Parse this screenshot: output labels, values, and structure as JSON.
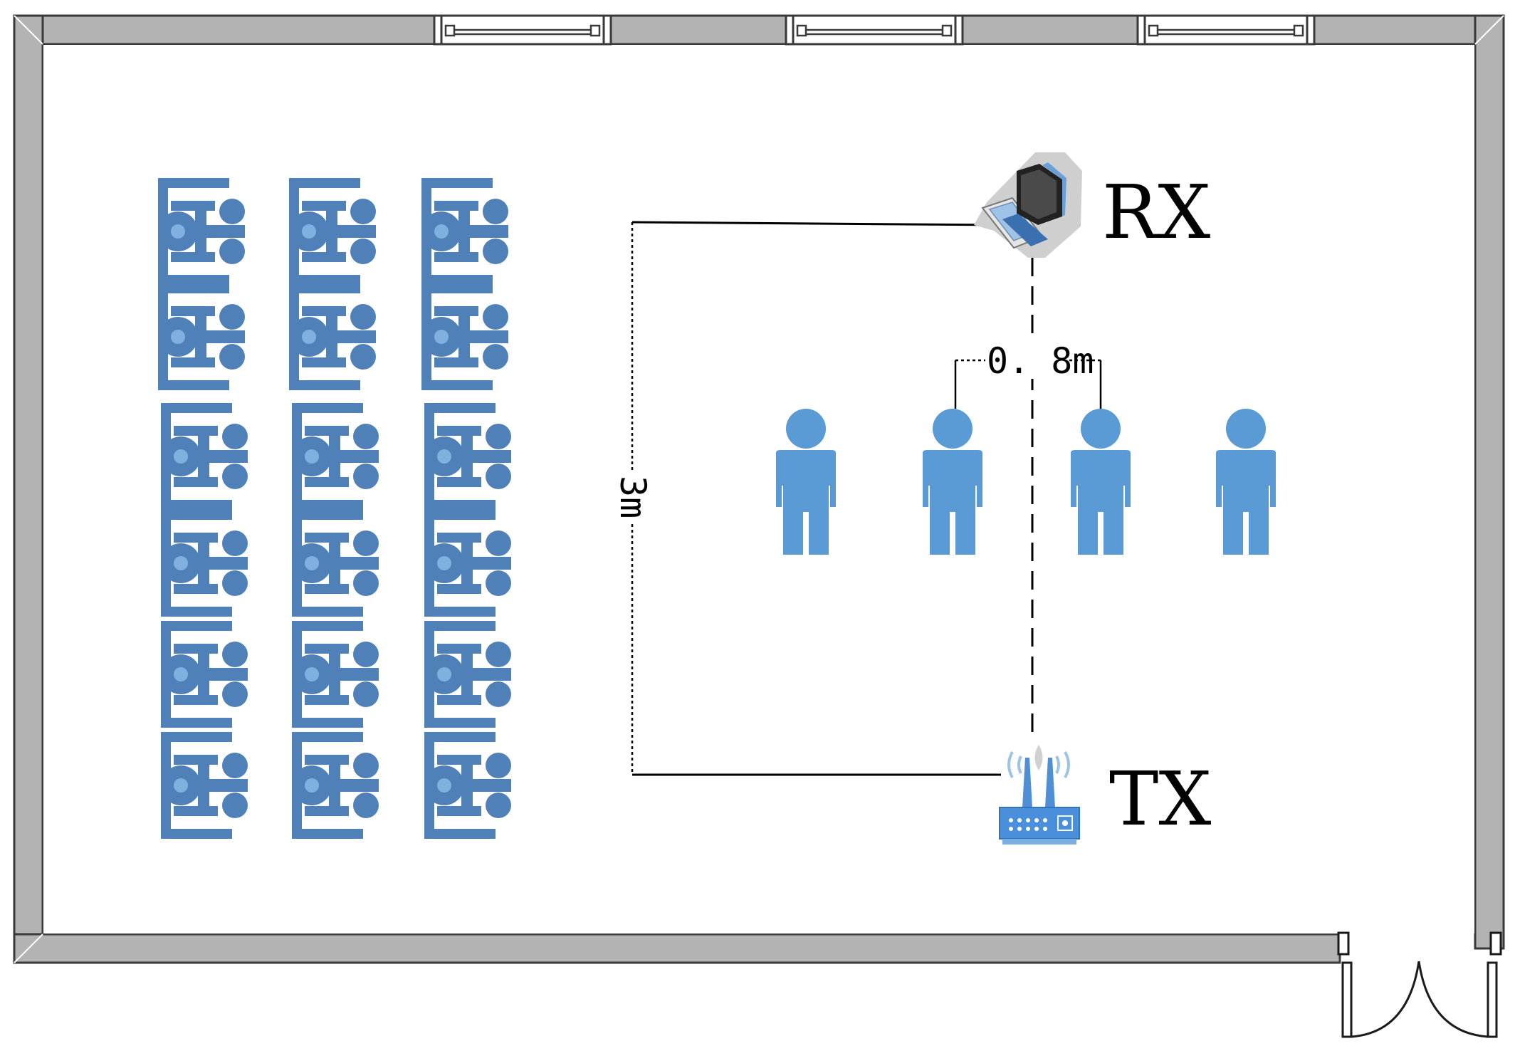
{
  "labels": {
    "receiver": "RX",
    "transmitter": "TX",
    "distance_tx_rx": "3m",
    "person_spacing": "0. 8m"
  },
  "counts": {
    "people": 4,
    "chair_columns": 3,
    "chair_rows": 6
  },
  "colors": {
    "wall": "#b3b3b3",
    "wall_outline": "#3a3a3a",
    "person": "#5b9bd5",
    "chair": "#4f81b8",
    "lines": "#000000"
  },
  "icons": {
    "receiver": "laptop-computer-icon",
    "transmitter": "wifi-router-icon",
    "person": "person-icon",
    "chair": "chair-icon",
    "window": "window-icon",
    "door": "double-door-icon"
  }
}
